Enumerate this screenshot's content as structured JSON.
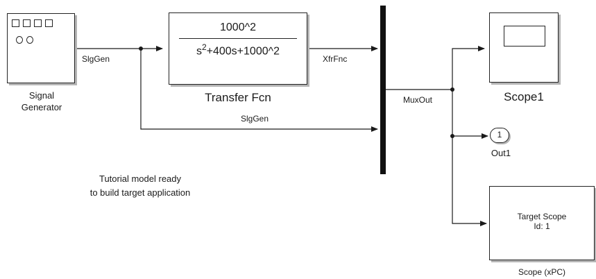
{
  "blocks": {
    "signal_generator": {
      "label_line1": "Signal",
      "label_line2": "Generator"
    },
    "transfer_fcn": {
      "numerator": "1000^2",
      "denominator_s": "s",
      "denominator_exp": "2",
      "denominator_rest": "+400s+1000^2",
      "label": "Transfer Fcn"
    },
    "scope1": {
      "label": "Scope1"
    },
    "outport": {
      "number": "1",
      "label": "Out1"
    },
    "target_scope": {
      "text_line1": "Target Scope",
      "text_line2": "Id: 1",
      "label": "Scope (xPC)"
    }
  },
  "signals": {
    "sg_to_tf": "SlgGen",
    "sg_to_mux": "SlgGen",
    "tf_to_mux": "XfrFnc",
    "mux_out": "MuxOut"
  },
  "annotation": {
    "line1": "Tutorial model ready",
    "line2": "to build target application"
  },
  "colors": {
    "line": "#1a1a1a",
    "mux": "#111111",
    "shadow": "#b4b4b4"
  }
}
